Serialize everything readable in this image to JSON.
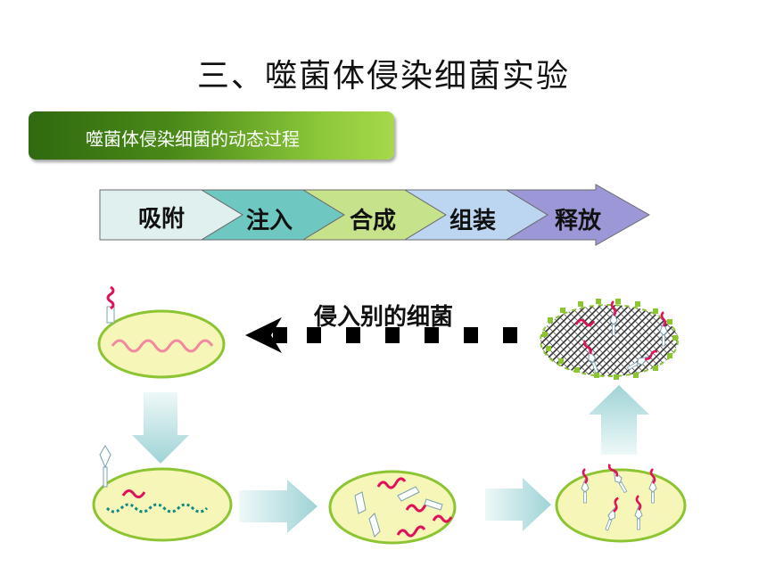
{
  "page": {
    "title": "三、噬菌体侵染细菌实验",
    "banner_label": "噬菌体侵染细菌的动态过程",
    "steps": [
      "吸附",
      "注入",
      "合成",
      "组装",
      "释放"
    ],
    "loop_label": "侵入别的细菌"
  },
  "colors": {
    "banner_dark": "#2f6a0f",
    "banner_light": "#a8d84c",
    "step_fills": [
      "#dff0ee",
      "#6ec7c0",
      "#c6e28a",
      "#bcd6f2",
      "#9c98d8"
    ],
    "cell_fill": "#f5f6b8",
    "cell_border": "#8dc431",
    "phage_dna": "#e0105a",
    "host_dna": "#0f8a84",
    "arrow": "#bfe4e6"
  }
}
